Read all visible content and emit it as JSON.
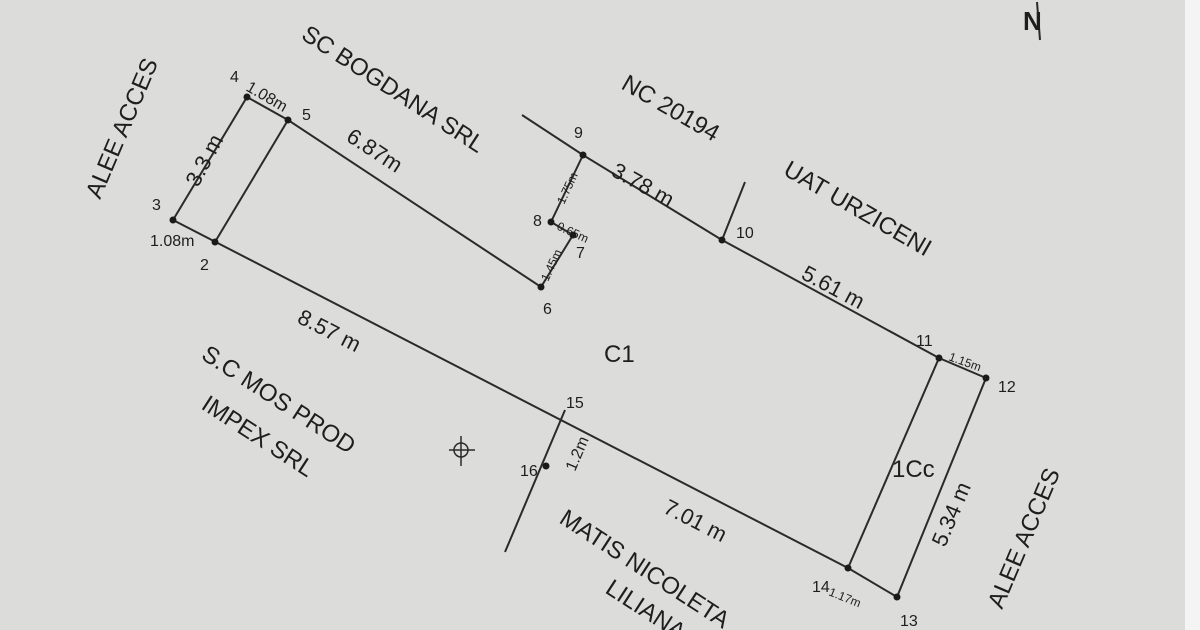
{
  "plan": {
    "parcel_label": "C1",
    "building_label": "1Cc",
    "north_symbol": "N",
    "neighbors": {
      "top_left_road": "ALEE ACCES",
      "top": "SC BOGDANA SRL",
      "top_cadastral": "NC 20194",
      "top_right": "UAT URZICENI",
      "right_road": "ALEE ACCES",
      "bottom_left_line1": "S.C MOS PROD",
      "bottom_left_line2": "IMPEX SRL",
      "bottom_line1": "MATIS NICOLETA",
      "bottom_line2": "LILIANA"
    },
    "points": [
      "2",
      "3",
      "4",
      "5",
      "6",
      "7",
      "8",
      "9",
      "10",
      "11",
      "12",
      "13",
      "14",
      "15",
      "16"
    ],
    "dimensions": {
      "d3_4": "3.3 m",
      "d4_5": "1.08m",
      "d5_6": "6.87m",
      "d3_2": "1.08m",
      "d2_16": "8.57 m",
      "d16_15": "1.2m",
      "d16_14": "7.01 m",
      "d14_13": "1.17m",
      "d13_12": "5.34 m",
      "d11_12": "1.15m",
      "d10_11": "5.61 m",
      "d9_10": "3.78 m",
      "d8_9": "1.75m",
      "d8_7": "0.65m",
      "d7_6": "1.45m"
    }
  }
}
